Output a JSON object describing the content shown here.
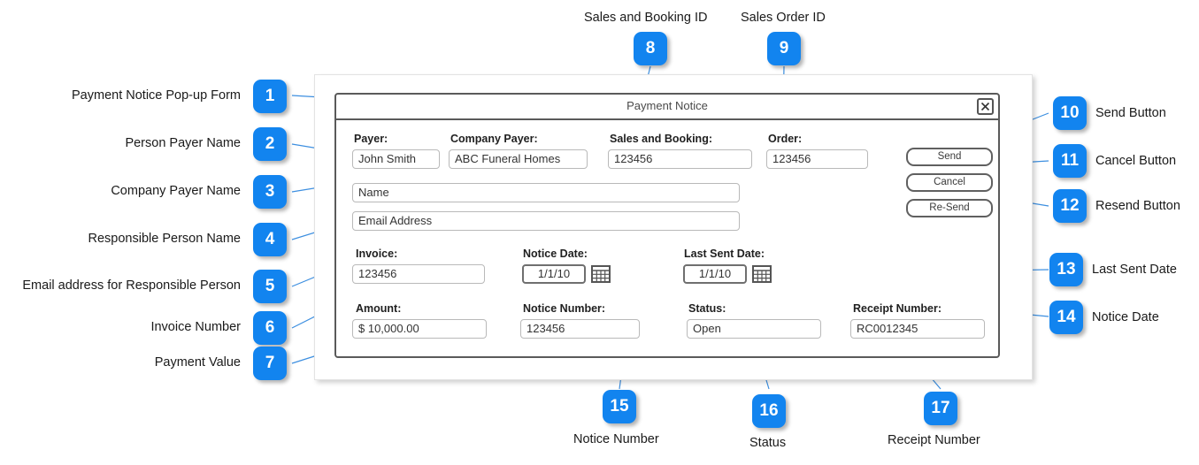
{
  "dialog": {
    "title": "Payment Notice",
    "close_icon": "close-icon",
    "fields": [
      {
        "key": "payer",
        "label": "Payer:",
        "value": "John Smith"
      },
      {
        "key": "company_payer",
        "label": "Company Payer:",
        "value": "ABC Funeral Homes"
      },
      {
        "key": "sales_booking",
        "label": "Sales and Booking:",
        "value": "123456"
      },
      {
        "key": "order",
        "label": "Order:",
        "value": "123456"
      },
      {
        "key": "name",
        "label": "",
        "value": "Name"
      },
      {
        "key": "email",
        "label": "",
        "value": "Email Address"
      },
      {
        "key": "invoice",
        "label": "Invoice:",
        "value": "123456"
      },
      {
        "key": "notice_date",
        "label": "Notice Date:",
        "value": "1/1/10"
      },
      {
        "key": "last_sent_date",
        "label": "Last Sent Date:",
        "value": "1/1/10"
      },
      {
        "key": "amount",
        "label": "Amount:",
        "value": "$ 10,000.00"
      },
      {
        "key": "notice_number",
        "label": "Notice Number:",
        "value": "123456"
      },
      {
        "key": "status",
        "label": "Status:",
        "value": "Open"
      },
      {
        "key": "receipt_number",
        "label": "Receipt Number:",
        "value": "RC0012345"
      }
    ],
    "buttons": [
      {
        "key": "send",
        "label": "Send"
      },
      {
        "key": "cancel",
        "label": "Cancel"
      },
      {
        "key": "resend",
        "label": "Re-Send"
      }
    ],
    "calendar_icon": "calendar-icon"
  },
  "callouts": [
    {
      "number": "1",
      "text": "Payment Notice Pop-up Form"
    },
    {
      "number": "2",
      "text": "Person Payer Name"
    },
    {
      "number": "3",
      "text": "Company Payer Name"
    },
    {
      "number": "4",
      "text": "Responsible Person Name"
    },
    {
      "number": "5",
      "text": "Email address for Responsible Person"
    },
    {
      "number": "6",
      "text": "Invoice Number"
    },
    {
      "number": "7",
      "text": "Payment Value"
    },
    {
      "number": "8",
      "text": "Sales and Booking ID"
    },
    {
      "number": "9",
      "text": "Sales Order ID"
    },
    {
      "number": "10",
      "text": "Send Button"
    },
    {
      "number": "11",
      "text": "Cancel Button"
    },
    {
      "number": "12",
      "text": "Resend Button"
    },
    {
      "number": "13",
      "text": "Last Sent Date"
    },
    {
      "number": "14",
      "text": "Notice Date"
    },
    {
      "number": "15",
      "text": "Notice Number"
    },
    {
      "number": "16",
      "text": "Status"
    },
    {
      "number": "17",
      "text": "Receipt Number"
    }
  ],
  "colors": {
    "badge_blue": "#1284ef",
    "connector_blue": "#3d8fe0",
    "dialog_border": "#5a5a5a",
    "field_border": "#b9b9b9"
  }
}
